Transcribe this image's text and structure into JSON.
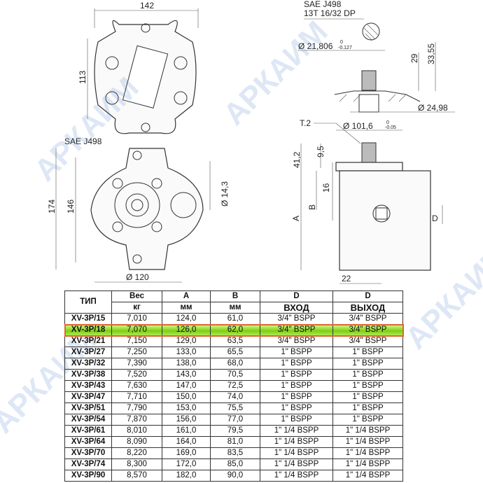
{
  "drawing": {
    "top_view": {
      "width": "142",
      "height": "113"
    },
    "front_view": {
      "label": "SAE J498",
      "height_outer": "174",
      "height_inner": "146",
      "hole": "Ø 14,3",
      "pilot": "Ø 120"
    },
    "shaft": {
      "spec_line1": "SAE J498",
      "spec_line2": "13T 16/32 DP",
      "diameter": "Ø 21,806",
      "tol_upper": "0",
      "tol_lower": "-0.127",
      "len1": "29",
      "len2": "33,55",
      "seal_dia": "Ø 24,98"
    },
    "side_view": {
      "tag": "T.2",
      "pilot": "Ø 101,6",
      "tol_upper": "0",
      "tol_lower": "-0.05",
      "d1": "41,2",
      "d2": "9,5",
      "d3": "16",
      "B": "B",
      "A": "A",
      "D": "D",
      "port_offset": "22"
    }
  },
  "watermark": "АРКАИМ",
  "table": {
    "headers": {
      "type": "ТИП",
      "weight": "Вес",
      "weight_unit": "кг",
      "a": "A",
      "a_unit": "мм",
      "b": "B",
      "b_unit": "мм",
      "d_in": "D",
      "d_in_sub": "ВХОД",
      "d_out": "D",
      "d_out_sub": "ВЫХОД"
    },
    "rows": [
      [
        "XV-3P/15",
        "7,010",
        "124,0",
        "61,0",
        "3/4\" BSPP",
        "3/4\" BSPP"
      ],
      [
        "XV-3P/18",
        "7,070",
        "126,0",
        "62,0",
        "3/4\" BSPP",
        "3/4\" BSPP"
      ],
      [
        "XV-3P/21",
        "7,150",
        "129,0",
        "63,5",
        "3/4\" BSPP",
        "3/4\" BSPP"
      ],
      [
        "XV-3P/27",
        "7,250",
        "133,0",
        "65,5",
        "1\" BSPP",
        "1\" BSPP"
      ],
      [
        "XV-3P/32",
        "7,390",
        "138,0",
        "68,0",
        "1\" BSPP",
        "1\" BSPP"
      ],
      [
        "XV-3P/38",
        "7,520",
        "143,0",
        "70,5",
        "1\" BSPP",
        "1\" BSPP"
      ],
      [
        "XV-3P/43",
        "7,630",
        "147,0",
        "72,5",
        "1\" BSPP",
        "1\" BSPP"
      ],
      [
        "XV-3P/47",
        "7,710",
        "150,0",
        "74,0",
        "1\" BSPP",
        "1\" BSPP"
      ],
      [
        "XV-3P/51",
        "7,790",
        "153,0",
        "75,5",
        "1\" BSPP",
        "1\" BSPP"
      ],
      [
        "XV-3P/54",
        "7,870",
        "156,0",
        "77,0",
        "1\" BSPP",
        "1\" BSPP"
      ],
      [
        "XV-3P/61",
        "8,010",
        "161,0",
        "79,5",
        "1\" 1/4 BSPP",
        "1\" 1/4 BSPP"
      ],
      [
        "XV-3P/64",
        "8,090",
        "164,0",
        "81,0",
        "1\" 1/4 BSPP",
        "1\" 1/4 BSPP"
      ],
      [
        "XV-3P/70",
        "8,220",
        "169,0",
        "83,5",
        "1\" 1/4 BSPP",
        "1\" 1/4 BSPP"
      ],
      [
        "XV-3P/74",
        "8,300",
        "172,0",
        "85,0",
        "1\" 1/4 BSPP",
        "1\" 1/4 BSPP"
      ],
      [
        "XV-3P/90",
        "8,570",
        "182,0",
        "90,0",
        "1\" 1/4 BSPP",
        "1\" 1/4 BSPP"
      ]
    ],
    "highlight_row": 1
  }
}
